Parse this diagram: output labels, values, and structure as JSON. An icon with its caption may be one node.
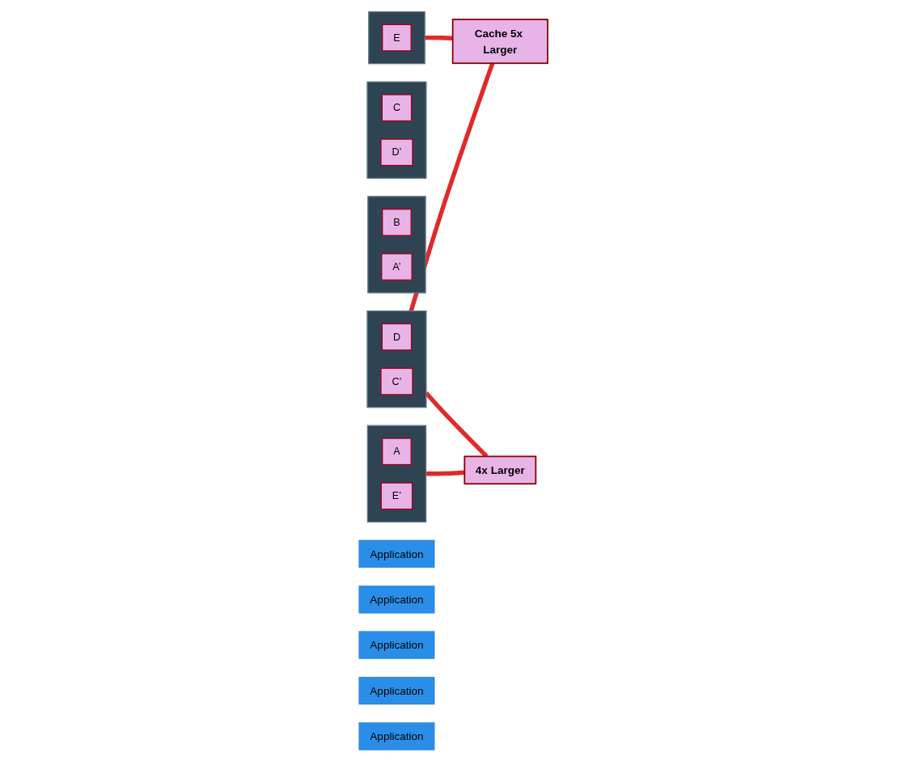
{
  "diagram": {
    "nodes": [
      {
        "text": [
          "Application"
        ]
      },
      {
        "text": [],
        "shape": "box"
      },
      {
        "text": [
          "E"
        ],
        "in": 1
      },
      {
        "text": [
          "Application"
        ]
      },
      {
        "text": [],
        "shape": "box"
      },
      {
        "text": [
          "A"
        ],
        "in": 4
      },
      {
        "text": [
          "E’"
        ],
        "in": 4
      },
      {
        "text": [
          "Application"
        ]
      },
      {
        "text": [],
        "shape": "box"
      },
      {
        "text": [
          "B"
        ],
        "in": 8
      },
      {
        "text": [
          "A’"
        ],
        "in": 8
      },
      {
        "text": [
          "Application"
        ]
      },
      {
        "text": [],
        "shape": "box"
      },
      {
        "text": [
          "C"
        ],
        "in": 12
      },
      {
        "text": [
          "D’"
        ],
        "in": 12
      },
      {
        "text": [
          "Application"
        ]
      },
      {
        "text": [],
        "shape": "box"
      },
      {
        "text": [
          "D"
        ],
        "in": 16
      },
      {
        "text": [
          "C’"
        ],
        "in": 16
      },
      {
        "text": [
          "Cache 5x Larger"
        ]
      },
      {
        "text": [
          "4x Larger"
        ]
      }
    ],
    "edges": [
      {
        "from": 1,
        "to": 19,
        "arrow": "none"
      },
      {
        "from": 4,
        "to": 20,
        "arrow": "none"
      },
      {
        "from": 16,
        "to": 19,
        "arrow": "none"
      },
      {
        "from": 16,
        "to": 20,
        "arrow": "none"
      }
    ]
  }
}
